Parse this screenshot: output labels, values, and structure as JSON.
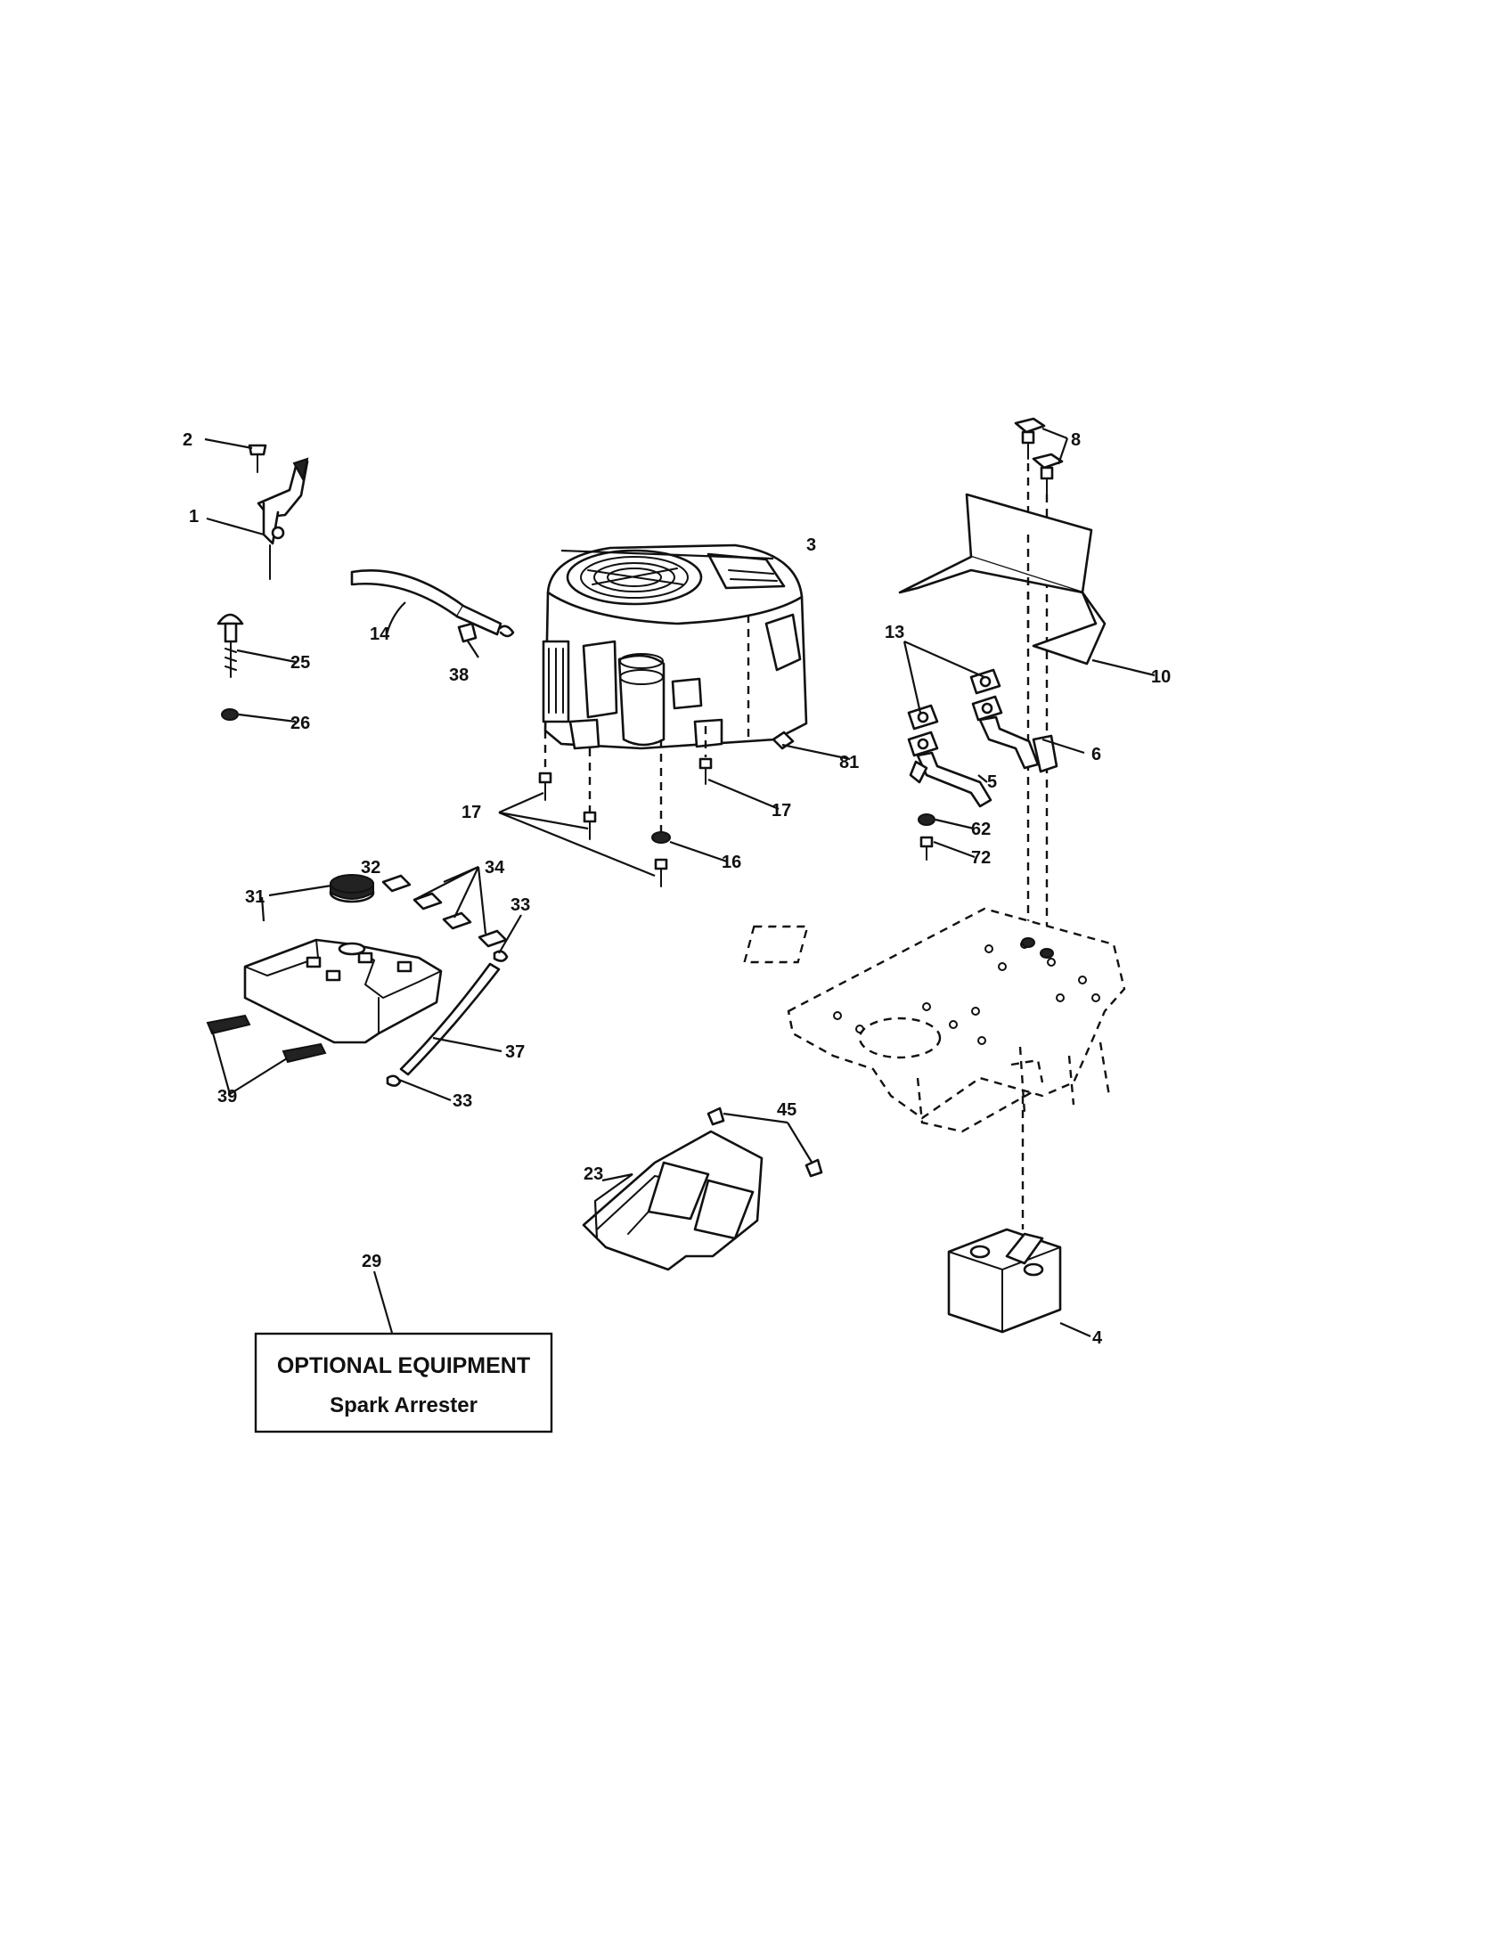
{
  "callouts": {
    "c1": "1",
    "c2": "2",
    "c3": "3",
    "c4": "4",
    "c5": "5",
    "c6": "6",
    "c8": "8",
    "c10": "10",
    "c13": "13",
    "c14": "14",
    "c16": "16",
    "c17a": "17",
    "c17b": "17",
    "c23": "23",
    "c25": "25",
    "c26": "26",
    "c29": "29",
    "c31": "31",
    "c32": "32",
    "c33a": "33",
    "c33b": "33",
    "c34": "34",
    "c37": "37",
    "c38": "38",
    "c39": "39",
    "c45": "45",
    "c62": "62",
    "c72": "72",
    "c81": "81"
  },
  "optional_box": {
    "title": "OPTIONAL EQUIPMENT",
    "subtitle": "Spark Arrester"
  }
}
